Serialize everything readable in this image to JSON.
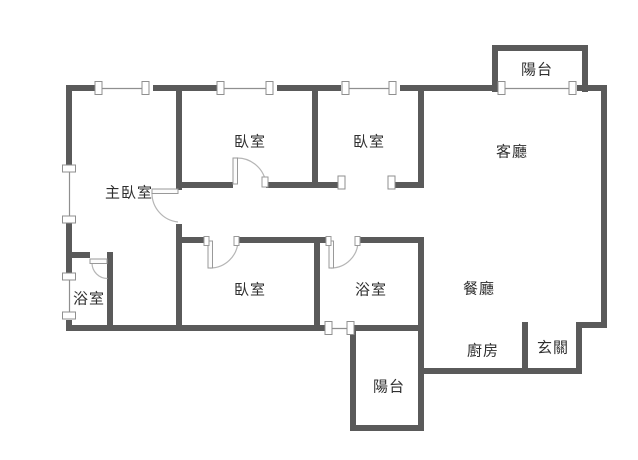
{
  "figure": {
    "type": "apartment-floor-plan",
    "language": "zh-TW",
    "description": "3-bedroom apartment floor plan with two balconies"
  },
  "colors": {
    "wall": "#5a5a5a",
    "text": "#2f2f2f",
    "window_line": "#8f8f8f",
    "window_post_fill": "#ffffff",
    "door_arc": "#b5b5b5",
    "door_leaf_fill": "#fcfcfc",
    "background": "#ffffff"
  },
  "rooms": [
    {
      "id": "balcony-top",
      "label": "陽台"
    },
    {
      "id": "living-room",
      "label": "客廳"
    },
    {
      "id": "bedroom-top-left",
      "label": "臥室"
    },
    {
      "id": "bedroom-top-right",
      "label": "臥室"
    },
    {
      "id": "master-bedroom",
      "label": "主臥室"
    },
    {
      "id": "bathroom-left",
      "label": "浴室"
    },
    {
      "id": "bedroom-bottom",
      "label": "臥室"
    },
    {
      "id": "bathroom-right",
      "label": "浴室"
    },
    {
      "id": "dining-room",
      "label": "餐廳"
    },
    {
      "id": "kitchen",
      "label": "廚房"
    },
    {
      "id": "entry",
      "label": "玄關"
    },
    {
      "id": "balcony-bottom",
      "label": "陽台"
    }
  ]
}
